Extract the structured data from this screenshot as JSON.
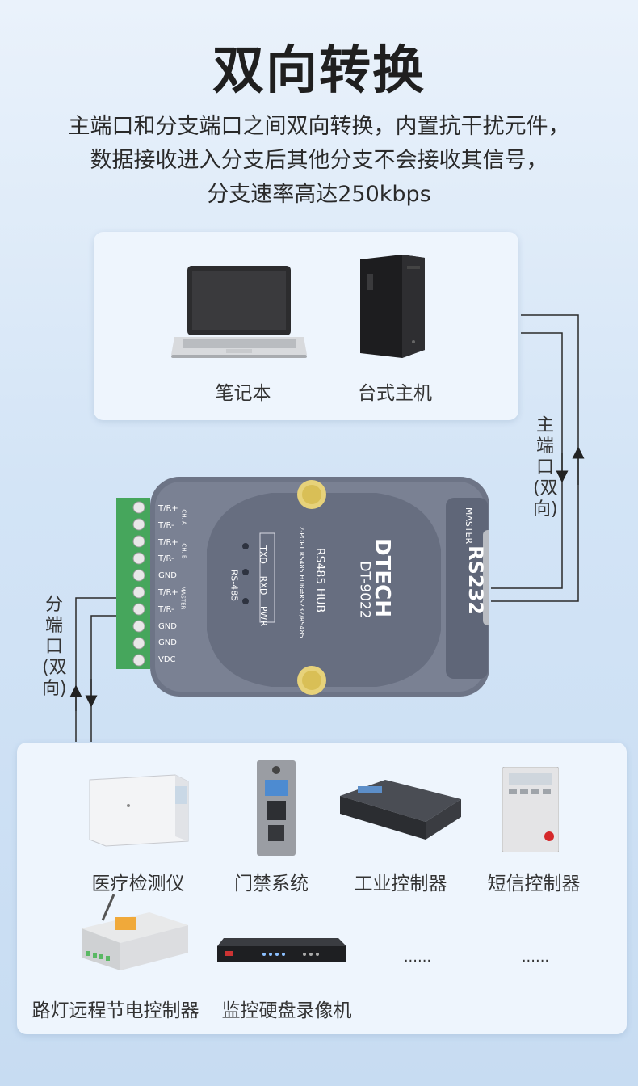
{
  "heading": "双向转换",
  "description": [
    "主端口和分支端口之间双向转换，内置抗干扰元件，",
    "数据接收进入分支后其他分支不会接收其信号，",
    "分支速率高达250kbps"
  ],
  "top_devices": [
    {
      "label": "笔记本",
      "icon": "laptop-icon"
    },
    {
      "label": "台式主机",
      "icon": "desktop-tower-icon"
    }
  ],
  "master_link_label": [
    "主",
    "端",
    "口",
    "(双",
    "向)"
  ],
  "branch_link_label": [
    "分",
    "端",
    "口",
    "(双",
    "向)"
  ],
  "hub": {
    "brand": "DTECH",
    "model": "DT-9022",
    "product": "RS485 HUB",
    "subtitle": "2-PORT RS485 HUB⇌RS232/RS485",
    "rs485": "RS-485",
    "master": "MASTER",
    "rs232": "RS232",
    "leds": [
      "TXD",
      "RXD",
      "PWR"
    ],
    "terminals": [
      "T/R+",
      "T/R-",
      "T/R+",
      "T/R-",
      "GND",
      "T/R+",
      "T/R-",
      "GND",
      "GND",
      "VDC"
    ],
    "groups": [
      "CH. A",
      "CH. B",
      "MASTER"
    ]
  },
  "bottom_devices": [
    {
      "label": "医疗检测仪",
      "icon": "medical-analyzer-icon"
    },
    {
      "label": "门禁系统",
      "icon": "door-access-panel-icon"
    },
    {
      "label": "工业控制器",
      "icon": "industrial-controller-icon"
    },
    {
      "label": "短信控制器",
      "icon": "sms-controller-icon"
    },
    {
      "label": "路灯远程节电控制器",
      "icon": "street-light-controller-icon"
    },
    {
      "label": "监控硬盘录像机",
      "icon": "dvr-recorder-icon"
    },
    {
      "label": "......",
      "icon": ""
    },
    {
      "label": "......",
      "icon": ""
    }
  ],
  "colors": {
    "hub_body": "#717889",
    "terminal_green": "#4fae64",
    "panel_bg": "#eef5fd",
    "line": "#2a2a2a"
  }
}
